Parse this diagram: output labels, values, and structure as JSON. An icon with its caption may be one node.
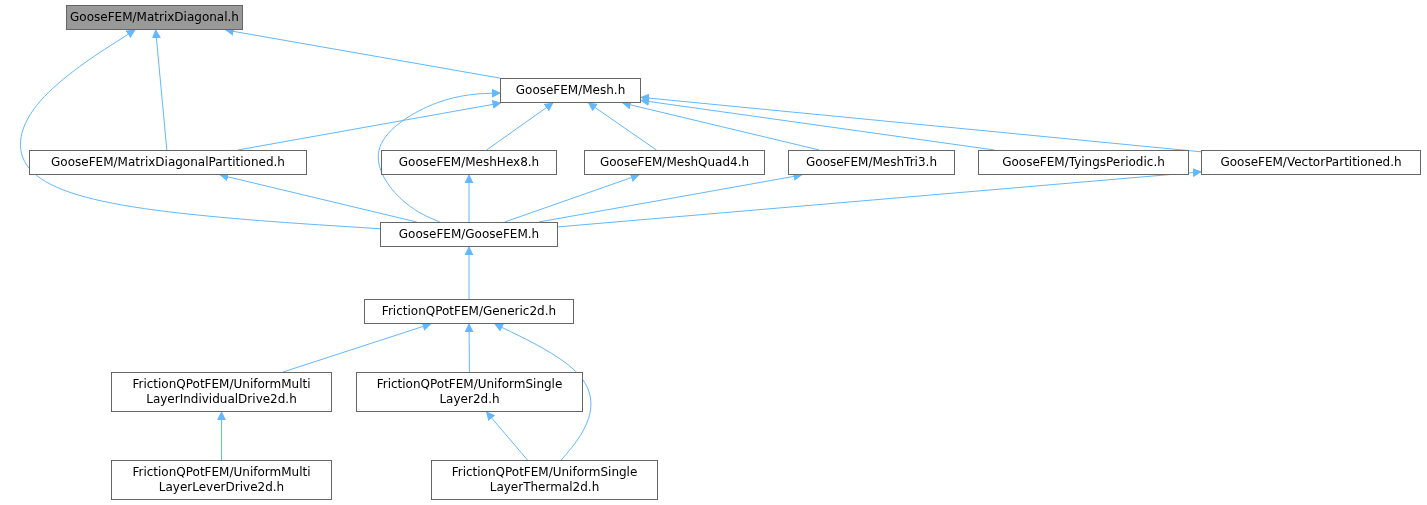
{
  "diagram": {
    "nodes": [
      {
        "text": [
          "GooseFEM/MatrixDiagonal.h"
        ]
      },
      {
        "text": [
          "GooseFEM/Mesh.h"
        ]
      },
      {
        "text": [
          "GooseFEM/MatrixDiagonalPartitioned.h"
        ]
      },
      {
        "text": [
          "GooseFEM/MeshHex8.h"
        ]
      },
      {
        "text": [
          "GooseFEM/MeshQuad4.h"
        ]
      },
      {
        "text": [
          "GooseFEM/MeshTri3.h"
        ]
      },
      {
        "text": [
          "GooseFEM/TyingsPeriodic.h"
        ]
      },
      {
        "text": [
          "GooseFEM/VectorPartitioned.h"
        ]
      },
      {
        "text": [
          "GooseFEM/GooseFEM.h"
        ]
      },
      {
        "text": [
          "FrictionQPotFEM/Generic2d.h"
        ]
      },
      {
        "text": [
          "FrictionQPotFEM/UniformMulti LayerIndividualDrive2d.h"
        ]
      },
      {
        "text": [
          "FrictionQPotFEM/UniformSingle Layer2d.h"
        ]
      },
      {
        "text": [
          "FrictionQPotFEM/UniformMulti LayerLeverDrive2d.h"
        ]
      },
      {
        "text": [
          "FrictionQPotFEM/UniformSingle LayerThermal2d.h"
        ]
      }
    ],
    "edges": [
      {
        "from": 1,
        "to": 0,
        "arrow": "to"
      },
      {
        "from": 2,
        "to": 0,
        "arrow": "to"
      },
      {
        "from": 8,
        "to": 0,
        "arrow": "to"
      },
      {
        "from": 2,
        "to": 1,
        "arrow": "to"
      },
      {
        "from": 3,
        "to": 1,
        "arrow": "to"
      },
      {
        "from": 4,
        "to": 1,
        "arrow": "to"
      },
      {
        "from": 5,
        "to": 1,
        "arrow": "to"
      },
      {
        "from": 6,
        "to": 1,
        "arrow": "to"
      },
      {
        "from": 7,
        "to": 1,
        "arrow": "to"
      },
      {
        "from": 8,
        "to": 1,
        "arrow": "to"
      },
      {
        "from": 8,
        "to": 2,
        "arrow": "to"
      },
      {
        "from": 8,
        "to": 3,
        "arrow": "to"
      },
      {
        "from": 8,
        "to": 4,
        "arrow": "to"
      },
      {
        "from": 8,
        "to": 5,
        "arrow": "to"
      },
      {
        "from": 8,
        "to": 7,
        "arrow": "to"
      },
      {
        "from": 9,
        "to": 8,
        "arrow": "to"
      },
      {
        "from": 10,
        "to": 9,
        "arrow": "to"
      },
      {
        "from": 11,
        "to": 9,
        "arrow": "to"
      },
      {
        "from": 13,
        "to": 9,
        "arrow": "to"
      },
      {
        "from": 12,
        "to": 10,
        "arrow": "to"
      },
      {
        "from": 13,
        "to": 11,
        "arrow": "to"
      }
    ]
  }
}
